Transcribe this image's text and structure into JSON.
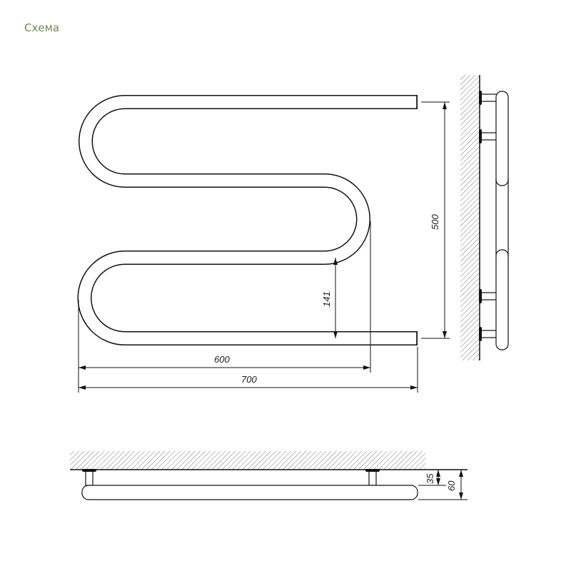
{
  "title": "Схема",
  "dimensions": {
    "height_total": "500",
    "bend_pitch": "141",
    "width_inner": "600",
    "width_total": "700",
    "wall_offset": "35",
    "depth_total": "60"
  },
  "colors": {
    "title": "#6f8a4c",
    "line": "#111111"
  }
}
